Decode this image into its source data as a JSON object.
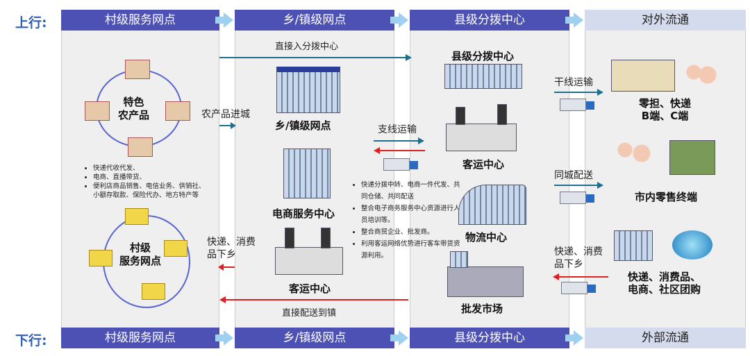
{
  "side_labels": {
    "up": "上行:",
    "down": "下行:"
  },
  "columns": [
    {
      "top": "村级服务网点",
      "bottom": "村级服务网点"
    },
    {
      "top": "乡/镇级网点",
      "bottom": "乡/镇级网点"
    },
    {
      "top": "县级分拨中心",
      "bottom": "县级分拨中心"
    },
    {
      "top": "对外流通",
      "bottom": "外部流通"
    }
  ],
  "village": {
    "center_top": "特色\n农产品",
    "center_bottom": "村级\n服务网点",
    "bullets": [
      "快递代收代发、",
      "电商、直播带货、",
      "便利店商品销售、电信业务、供销社、小额存取款、保险代办、地方特产等"
    ]
  },
  "flows": {
    "direct_up": "直接入分拨中心",
    "agri_to_city": "农产品进城",
    "branch_transport": "支线运输",
    "goods_down": "快递、消费\n品下乡",
    "direct_down": "直接配送到镇",
    "trunk": "干线运输",
    "same_city": "同城配送",
    "goods_down_right": "快递、消费\n品下乡"
  },
  "town": {
    "node": "乡/镇级网点",
    "ecommerce": "电商服务中心",
    "bus": "客运中心",
    "bullets": [
      "快递分拨中转、电商一件代发、共同仓储、共同配送",
      "整合电子商务服务中心资源进行人员培训等。",
      "整合商贸企业、批发商。",
      "利用客运网络优势进行客车带货资源利用。"
    ]
  },
  "county": {
    "hub": "县级分拨中心",
    "bus": "客运中心",
    "logistics": "物流中心",
    "wholesale": "批发市场"
  },
  "external": {
    "b_c": "零担、快递\nB端、C端",
    "retail": "市内零售终端",
    "supply": "快递、消费品、\n电商、社区团购"
  },
  "colors": {
    "header": "#4c51b3",
    "up_arrow": "#1f6f8b",
    "down_arrow": "#e02020"
  }
}
